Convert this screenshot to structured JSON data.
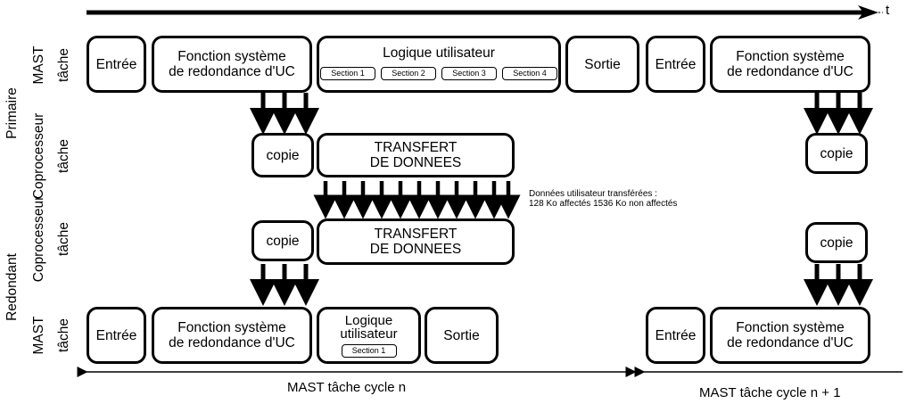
{
  "time_axis": {
    "label": "t"
  },
  "rows": {
    "primaire": "Primaire",
    "redondant": "Redondant",
    "mast": "MAST",
    "coprocesseur": "Coprocesseur",
    "tache": "tâche"
  },
  "boxes": {
    "entree": "Entrée",
    "fonction_line1": "Fonction système",
    "fonction_line2": "de redondance d'UC",
    "logique_utilisateur": "Logique utilisateur",
    "logique_line1": "Logique",
    "logique_line2": "utilisateur",
    "sortie": "Sortie",
    "copie": "copie",
    "transfert_line1": "TRANSFERT",
    "transfert_line2": "DE DONNEES",
    "sections": [
      "Section 1",
      "Section 2",
      "Section 3",
      "Section 4"
    ]
  },
  "note": {
    "line1": "Données utilisateur transférées :",
    "line2": "128 Ko affectés 1536 Ko non affectés"
  },
  "cycles": {
    "n": "MAST tâche cycle n",
    "n1": "MAST tâche cycle n + 1"
  }
}
